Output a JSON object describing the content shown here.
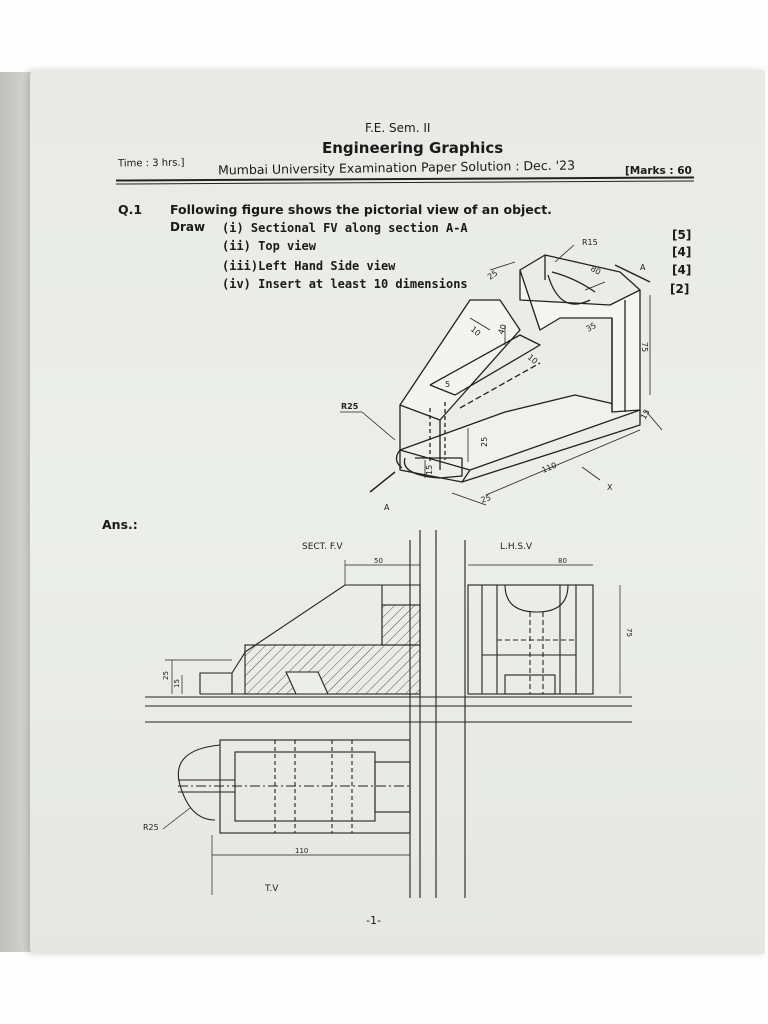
{
  "header": {
    "subtitle": "F.E. Sem. II",
    "title": "Engineering Graphics",
    "time": "Time : 3 hrs.]",
    "exam": "Mumbai University Examination Paper Solution : Dec. '23",
    "marks": "[Marks : 60"
  },
  "question": {
    "number": "Q.1",
    "text": "Following figure shows the pictorial view of an object.",
    "draw_label": "Draw",
    "items": [
      {
        "label": "(i) Sectional FV along section A-A",
        "marks": "[5]"
      },
      {
        "label": "(ii) Top view",
        "marks": "[4]"
      },
      {
        "label": "(iii)Left Hand Side view",
        "marks": "[4]"
      },
      {
        "label": "(iv) Insert at least 10 dimensions",
        "marks": "[2]"
      }
    ]
  },
  "pictorial": {
    "r15": "R15",
    "d80": "80",
    "d25a": "25",
    "d10": "10",
    "d40": "40",
    "d35": "35",
    "d75": "75",
    "d10b": "10",
    "d5": "5",
    "r25": "R25",
    "d25b": "25",
    "d15": "15",
    "d15b": "15",
    "d110": "110",
    "d25c": "25",
    "x": "X",
    "a1": "A",
    "a2": "A"
  },
  "answer_label": "Ans.:",
  "solution": {
    "sect_fv": "SECT. F.V",
    "lhsv": "L.H.S.V",
    "tv": "T.V",
    "d50": "50",
    "d80": "80",
    "d75": "75",
    "d25": "25",
    "d15": "15",
    "r25": "R25",
    "d110": "110"
  },
  "page_number": "-1-"
}
